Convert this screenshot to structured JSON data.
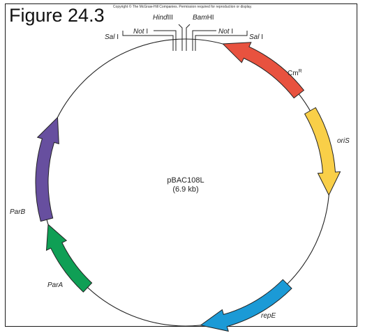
{
  "figure": {
    "title": "Figure 24.3",
    "copyright": "Copyright © The McGraw-Hill Companies. Permission required for reproduction or display."
  },
  "plasmid": {
    "name": "pBAC108L",
    "size": "(6.9 kb)"
  },
  "sites": {
    "hind_italic": "Hind",
    "hind_rest": "III",
    "bam_italic": "Bam",
    "bam_rest": "HI",
    "not_left_italic": "Not",
    "not_left_rest": " I",
    "not_right_italic": "Not",
    "not_right_rest": " I",
    "sal_left_italic": "Sal",
    "sal_left_rest": " I",
    "sal_right_italic": "Sal",
    "sal_right_rest": " I"
  },
  "genes": {
    "cm_base": "Cm",
    "cm_sup": "R",
    "oris": "oriS",
    "repe": "repE",
    "para": "ParA",
    "parb": "ParB"
  },
  "colors": {
    "cmR": "#e8523f",
    "oriS": "#f9cf48",
    "repE": "#1b9ad6",
    "parA": "#0f9f55",
    "parB": "#674f9f",
    "circle": "#222222"
  }
}
